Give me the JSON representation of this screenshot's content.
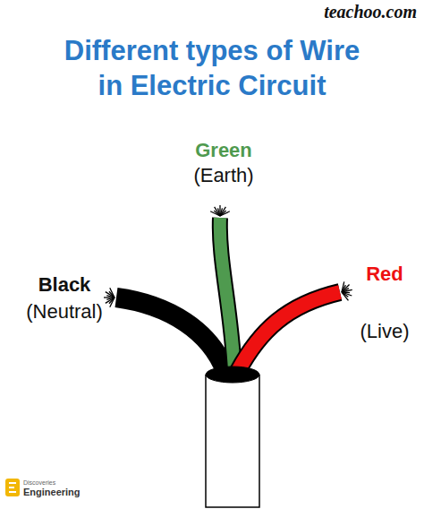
{
  "diagram": {
    "title": "Different types of Wire in Electric Circuit",
    "labels": [
      "teachoo.com",
      "Green",
      "(Earth)",
      "Black",
      "(Neutral)",
      "Red",
      "(Live)",
      "Discoveries",
      "Engineering"
    ]
  }
}
